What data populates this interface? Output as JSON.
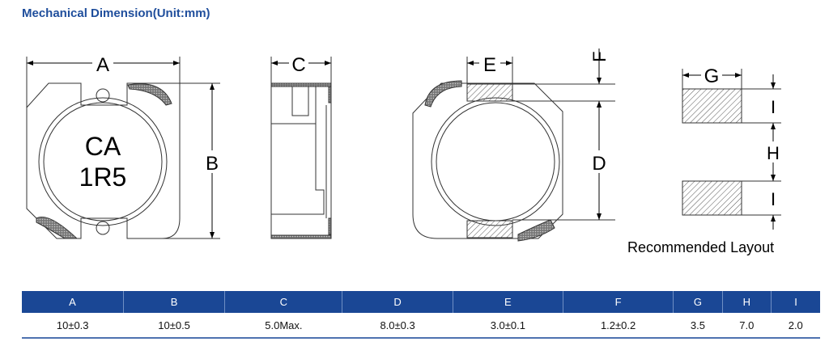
{
  "title": "Mechanical Dimension(Unit:mm)",
  "drawing": {
    "marking_line1": "CA",
    "marking_line2": "1R5",
    "labels": {
      "A": "A",
      "B": "B",
      "C": "C",
      "D": "D",
      "E": "E",
      "F": "F",
      "G": "G",
      "H": "H",
      "I": "I"
    },
    "recommended_layout": "Recommended Layout"
  },
  "table": {
    "headers": [
      "A",
      "B",
      "C",
      "D",
      "E",
      "F",
      "G",
      "H",
      "I"
    ],
    "values": [
      "10±0.3",
      "10±0.5",
      "5.0Max.",
      "8.0±0.3",
      "3.0±0.1",
      "1.2±0.2",
      "3.5",
      "7.0",
      "2.0"
    ]
  },
  "colors": {
    "accent": "#1a4795"
  }
}
